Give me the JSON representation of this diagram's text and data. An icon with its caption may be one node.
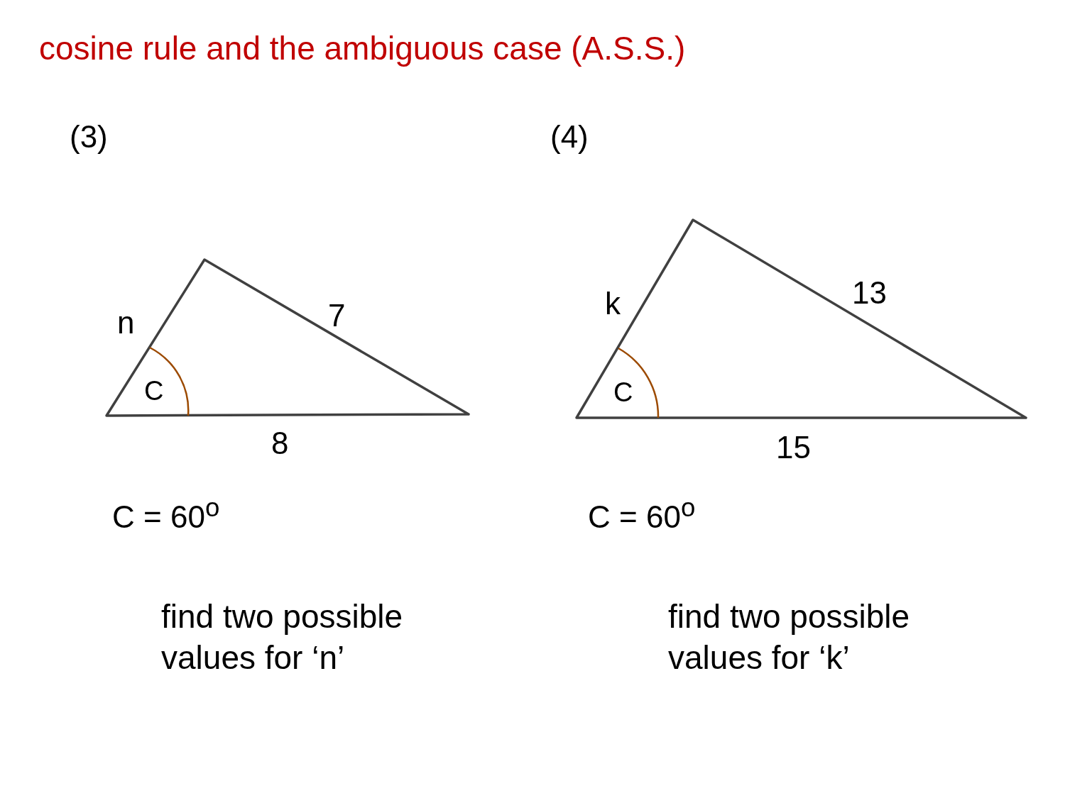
{
  "diagram": {
    "title": "cosine rule and the ambiguous case (A.S.S.)",
    "labels": [
      "(3)",
      "n",
      "7",
      "C",
      "8",
      "C = 60$^{o}$",
      "find two possible values for ‘n’",
      "(4)",
      "k",
      "13",
      "C",
      "15",
      "C = 60$^{o}$",
      "find two possible values for ‘k’"
    ]
  }
}
